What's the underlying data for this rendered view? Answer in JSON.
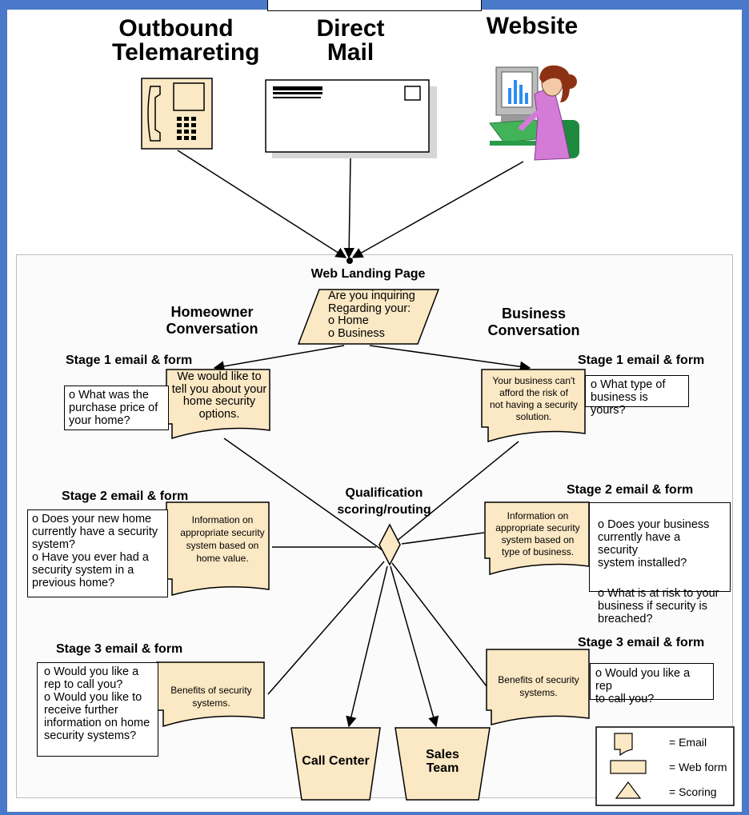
{
  "channels": {
    "telemarketing": "Outbound\nTelemareting",
    "direct_mail": "Direct\nMail",
    "website": "Website"
  },
  "landing": {
    "title": "Web Landing Page",
    "question": "Are you inquiring\nRegarding your:\no Home\no Business"
  },
  "homeowner": {
    "title": "Homeowner\nConversation",
    "stage1": {
      "title": "Stage 1 email & form",
      "form": "o What was the\npurchase price of\nyour home?",
      "email": "We would like to\ntell you about your\nhome security\noptions."
    },
    "stage2": {
      "title": "Stage 2 email & form",
      "form": "o Does your new home\ncurrently have a security\nsystem?\no Have you ever had a\nsecurity system in a\nprevious home?",
      "email": "Information on\nappropriate security\nsystem based on\nhome value."
    },
    "stage3": {
      "title": "Stage 3 email & form",
      "form": "o Would you like a\nrep to call you?\no Would you like to\nreceive further\ninformation on home\nsecurity systems?",
      "email": "Benefits of security\nsystems."
    }
  },
  "business": {
    "title": "Business\nConversation",
    "stage1": {
      "title": "Stage 1 email & form",
      "form": "o What type of\nbusiness is yours?",
      "email": "Your business can't\nafford the risk of\nnot having a security\nsolution."
    },
    "stage2": {
      "title": "Stage 2 email & form",
      "form_a": "o Does your business\ncurrently have a security\nsystem installed?",
      "form_b": "o What is at risk to your\nbusiness if security is\nbreached?",
      "email": "Information on\nappropriate security\nsystem based on\ntype of business."
    },
    "stage3": {
      "title": "Stage 3 email & form",
      "form": "o Would you like a rep\nto call you?",
      "email": "Benefits of security\nsystems."
    }
  },
  "qualification": "Qualification\nscoring/routing",
  "destinations": {
    "call_center": "Call Center",
    "sales_team": "Sales\nTeam"
  },
  "legend": {
    "email": "= Email",
    "web_form": "= Web form",
    "scoring": "= Scoring"
  },
  "colors": {
    "frame": "#4a79c9",
    "shape_fill": "#fbe8c4",
    "panel": "#fbfbfb"
  }
}
